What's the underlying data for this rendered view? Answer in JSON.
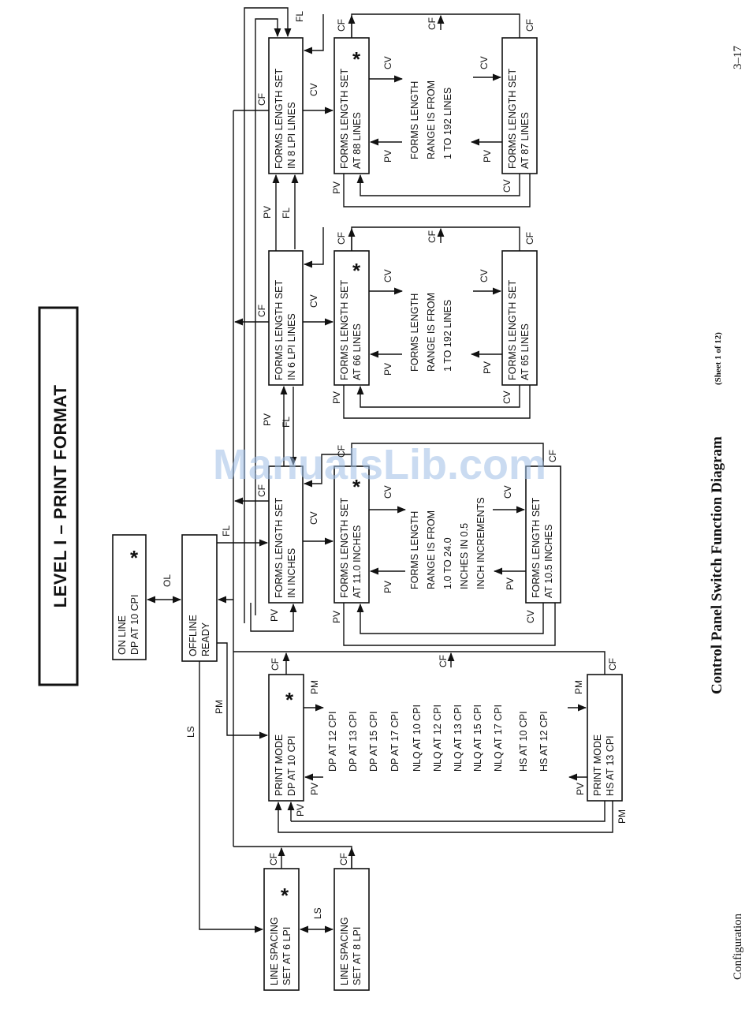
{
  "title": "LEVEL I – PRINT FORMAT",
  "caption": {
    "main": "Control Panel Switch Function Diagram",
    "sheet": "(Sheet 1 of 12)"
  },
  "footer": {
    "section": "Configuration",
    "page": "3–17"
  },
  "watermark": "ManualsLib.com",
  "states": {
    "online": {
      "line1": "ON LINE",
      "line2": "DP AT 10 CPI"
    },
    "offline": {
      "line1": "OFFLINE",
      "line2": "READY"
    },
    "fl_inches": {
      "line1": "FORMS LENGTH SET",
      "line2": "IN INCHES"
    },
    "fl_6lpi": {
      "line1": "FORMS LENGTH SET",
      "line2": "IN 6 LPI LINES"
    },
    "fl_8lpi": {
      "line1": "FORMS LENGTH SET",
      "line2": "IN 8 LPI LINES"
    },
    "fl_110in": {
      "line1": "FORMS LENGTH SET",
      "line2": "AT 11.0 INCHES"
    },
    "fl_105in": {
      "line1": "FORMS LENGTH SET",
      "line2": "AT 10.5 INCHES"
    },
    "fl_66": {
      "line1": "FORMS LENGTH SET",
      "line2": "AT 66 LINES"
    },
    "fl_65": {
      "line1": "FORMS LENGTH SET",
      "line2": "AT 65 LINES"
    },
    "fl_88": {
      "line1": "FORMS LENGTH SET",
      "line2": "AT 88 LINES"
    },
    "fl_87": {
      "line1": "FORMS LENGTH SET",
      "line2": "AT 87 LINES"
    },
    "pm_dp10": {
      "line1": "PRINT MODE",
      "line2": "DP AT 10 CPI"
    },
    "pm_hs13": {
      "line1": "PRINT MODE",
      "line2": "HS AT 13 CPI"
    },
    "ls_6": {
      "line1": "LINE SPACING",
      "line2": "SET AT 6 LPI"
    },
    "ls_8": {
      "line1": "LINE SPACING",
      "line2": "SET AT 8 LPI"
    }
  },
  "default_marker": "*",
  "range_notes": {
    "inches": [
      "FORMS LENGTH",
      "RANGE IS FROM",
      "1.0 TO 24.0",
      "INCHES IN 0.5",
      "INCH INCREMENTS"
    ],
    "lines_6": [
      "FORMS LENGTH",
      "RANGE IS FROM",
      "1 TO 192 LINES"
    ],
    "lines_8": [
      "FORMS LENGTH",
      "RANGE IS FROM",
      "1 TO 192 LINES"
    ]
  },
  "print_modes": [
    "DP AT 12 CPI",
    "DP AT 13 CPI",
    "DP AT 15 CPI",
    "DP AT 17 CPI",
    "NLQ AT 10 CPI",
    "NLQ AT 12 CPI",
    "NLQ AT 13 CPI",
    "NLQ AT 15 CPI",
    "NLQ AT 17 CPI",
    "HS AT 10 CPI",
    "HS AT 12 CPI"
  ],
  "keys": {
    "ol": "OL",
    "fl": "FL",
    "pm": "PM",
    "ls": "LS",
    "cf": "CF",
    "cv": "CV",
    "pv": "PV"
  }
}
